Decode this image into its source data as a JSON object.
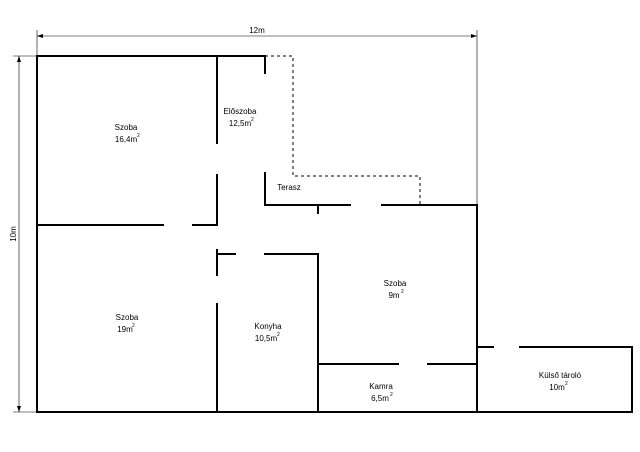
{
  "dimensions": {
    "width": "12m",
    "height": "10m"
  },
  "rooms": [
    {
      "name": "Szoba",
      "area": "16,4m",
      "sup": "2"
    },
    {
      "name": "Előszoba",
      "area": "12,5m",
      "sup": "2"
    },
    {
      "name": "Terasz"
    },
    {
      "name": "Szoba",
      "area": "19m",
      "sup": "2"
    },
    {
      "name": "Konyha",
      "area": "10,5m",
      "sup": "2"
    },
    {
      "name": "Szoba",
      "area": "9m",
      "sup": "2"
    },
    {
      "name": "Kamra",
      "area": "6,5m",
      "sup": "2"
    },
    {
      "name": "Külső tároló",
      "area": "10m",
      "sup": "2"
    }
  ]
}
